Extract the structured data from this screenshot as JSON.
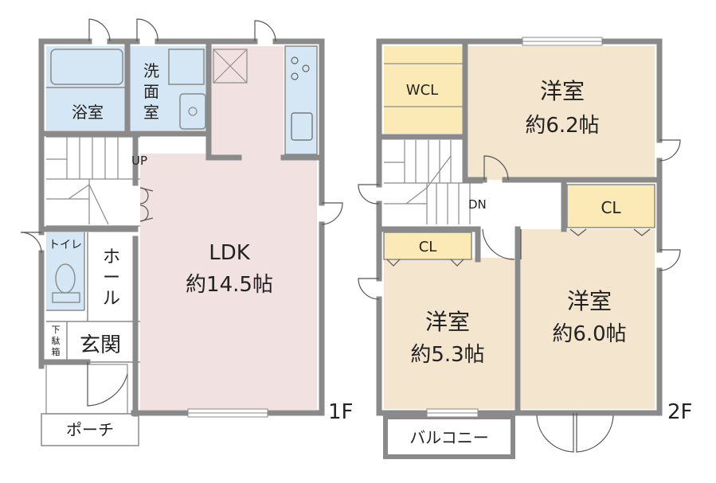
{
  "colors": {
    "wall": "#8a8a8a",
    "ldk": "#f1e1e1",
    "wet": "#d5e7f4",
    "western": "#f4e5cf",
    "closet": "#fbeab5",
    "hall": "#ffffff"
  },
  "floor1": {
    "label": "1F",
    "rooms": {
      "bath": "浴室",
      "washroom": [
        "洗",
        "面",
        "室"
      ],
      "stairs_up": "UP",
      "ldk_name": "LDK",
      "ldk_size": "約14.5帖",
      "toilet": "トイレ",
      "hall": [
        "ホ",
        "ー",
        "ル"
      ],
      "shoe_box": [
        "下",
        "駄",
        "箱"
      ],
      "entrance": "玄関",
      "porch": "ポーチ"
    }
  },
  "floor2": {
    "label": "2F",
    "rooms": {
      "wcl": "WCL",
      "room_a_name": "洋室",
      "room_a_size": "約6.2帖",
      "stairs_down": "DN",
      "closet_a": "CL",
      "closet_b": "CL",
      "room_b_name": "洋室",
      "room_b_size": "約5.3帖",
      "room_c_name": "洋室",
      "room_c_size": "約6.0帖",
      "balcony": "バルコニー"
    }
  }
}
